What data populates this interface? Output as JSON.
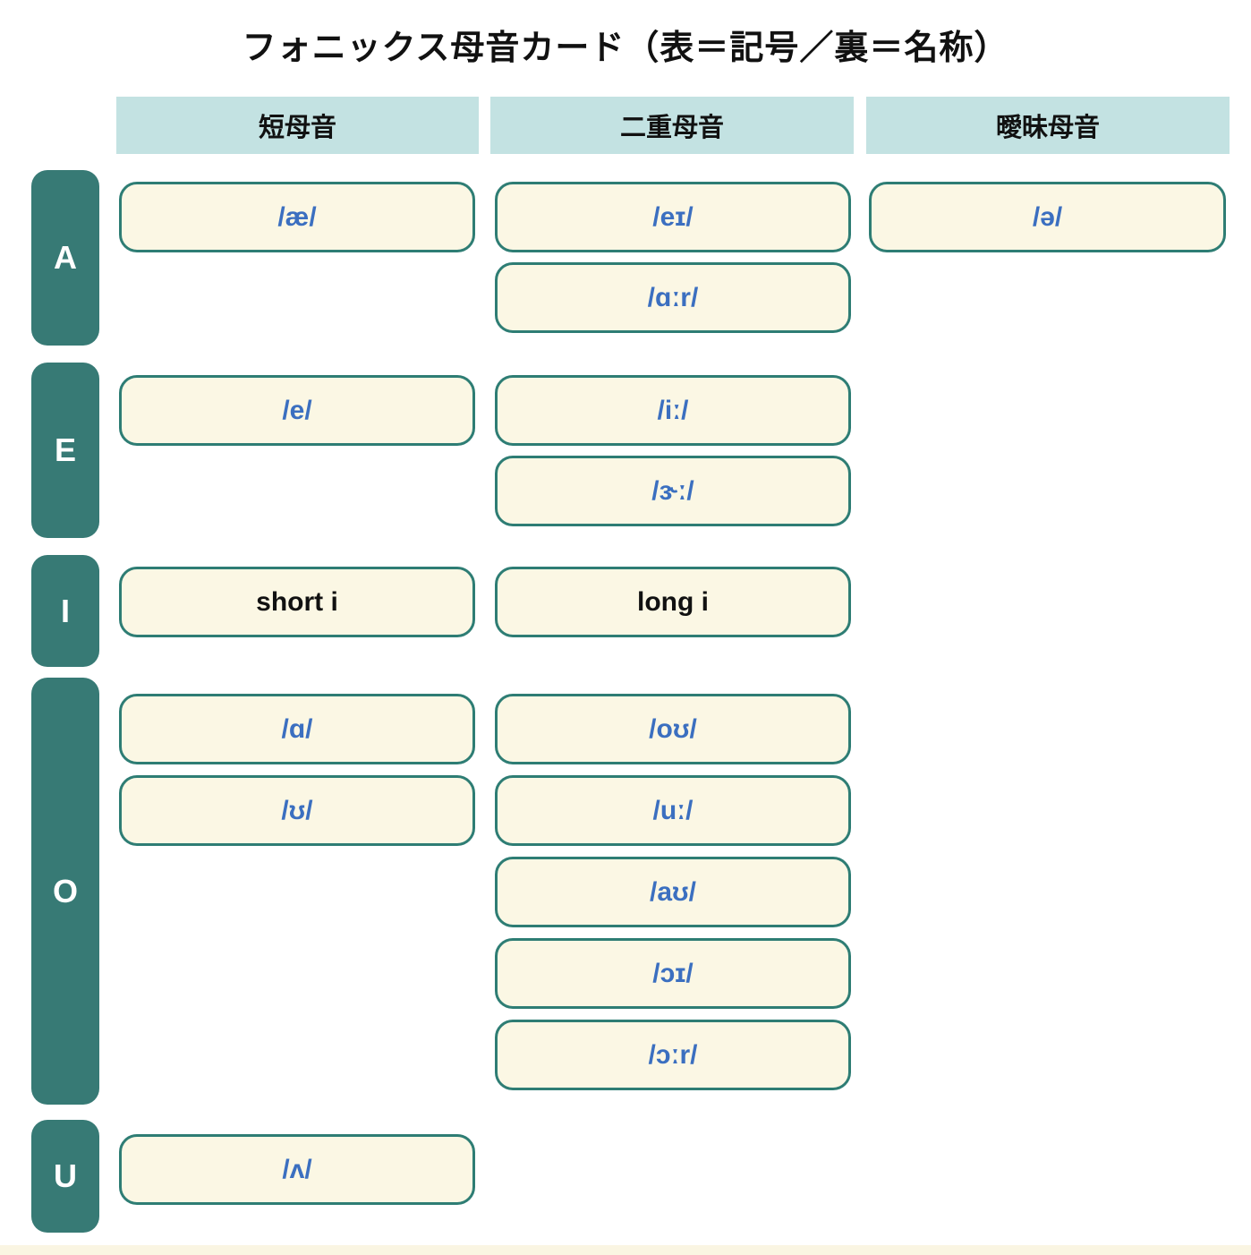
{
  "title": "フォニックス母音カード（表＝記号／裏＝名称）",
  "columns": {
    "short": "短母音",
    "diphthong": "二重母音",
    "schwa": "曖昧母音"
  },
  "row_labels": {
    "a": "A",
    "e": "E",
    "i": "I",
    "o": "O",
    "u": "U"
  },
  "cards": {
    "a": {
      "short": [
        "/æ/"
      ],
      "diphthong": [
        "/eɪ/",
        "/ɑːr/"
      ],
      "schwa": [
        "/ə/"
      ]
    },
    "e": {
      "short": [
        "/e/"
      ],
      "diphthong": [
        "/iː/",
        "/ɝː/"
      ]
    },
    "i": {
      "short": [
        "short i"
      ],
      "diphthong": [
        "long i"
      ]
    },
    "o": {
      "short": [
        "/ɑ/",
        "/ʊ/"
      ],
      "diphthong": [
        "/oʊ/",
        "/uː/",
        "/aʊ/",
        "/ɔɪ/",
        "/ɔːr/"
      ]
    },
    "u": {
      "short": [
        "/ʌ/"
      ]
    }
  },
  "colors": {
    "column_header_bg": "#c3e2e2",
    "row_label_bg": "#377a75",
    "card_bg": "#fbf7e4",
    "card_border": "#2e7d74",
    "card_symbol_text": "#3b6fc0",
    "card_name_text": "#111111",
    "title_text": "#111111",
    "page_bg": "#ffffff"
  }
}
